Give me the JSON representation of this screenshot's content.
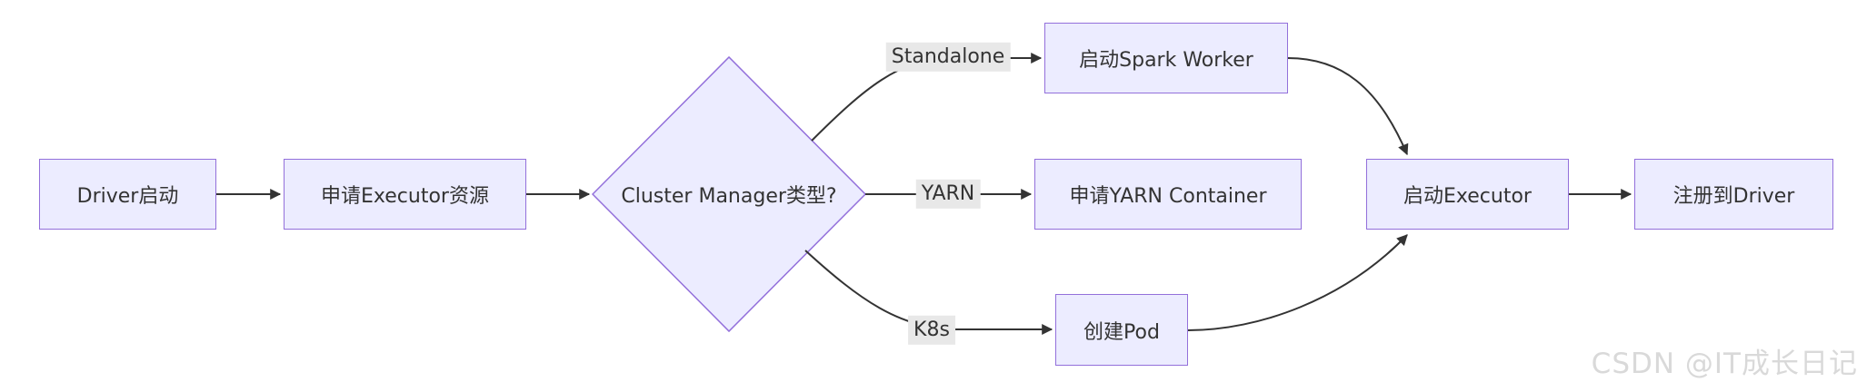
{
  "diagram": {
    "nodes": {
      "driver_start": "Driver启动",
      "request_executor": "申请Executor资源",
      "cluster_manager": "Cluster Manager类型?",
      "start_spark_worker": "启动Spark Worker",
      "request_yarn_container": "申请YARN Container",
      "create_pod": "创建Pod",
      "start_executor": "启动Executor",
      "register_driver": "注册到Driver"
    },
    "edge_labels": {
      "standalone": "Standalone",
      "yarn": "YARN",
      "k8s": "K8s"
    }
  },
  "watermark": "CSDN @IT成长日记",
  "colors": {
    "node_fill": "#ECECFF",
    "node_border": "#9370DB",
    "edge": "#333333",
    "text": "#333333",
    "edge_label_bg": "#e8e8e8",
    "watermark": "#d9d9d9"
  }
}
